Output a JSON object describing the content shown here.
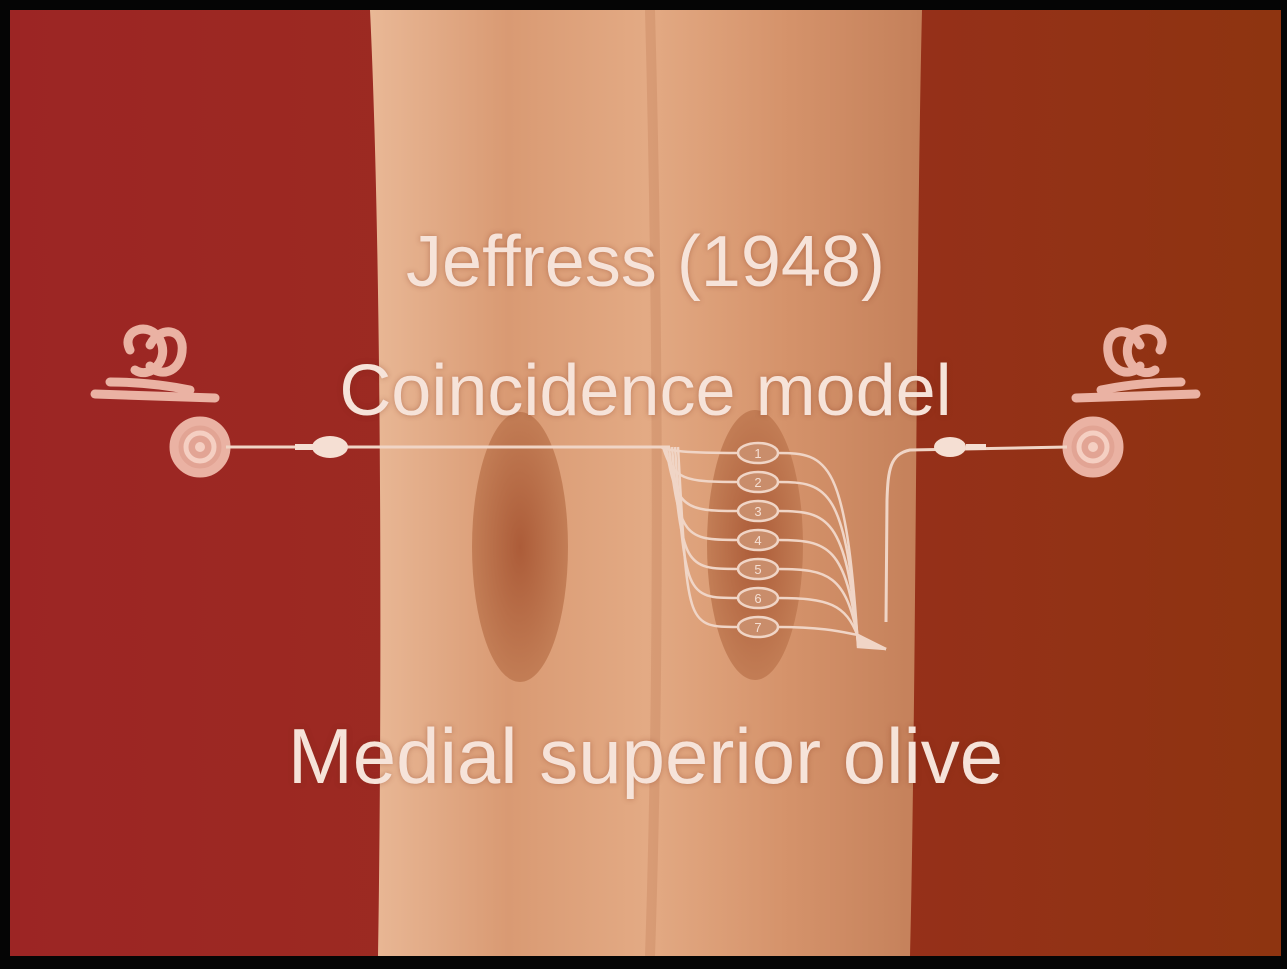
{
  "slide": {
    "title": "Jeffress (1948)",
    "subtitle": "Coincidence model",
    "label": "Medial superior olive"
  },
  "diagram": {
    "coincidence_neurons": 7,
    "neuron_numbers": [
      "1",
      "2",
      "3",
      "4",
      "5",
      "6",
      "7"
    ],
    "icons": [
      "left-ear-icon",
      "right-ear-icon"
    ]
  },
  "colors": {
    "background_red": "#9b2a22",
    "background_rust": "#8f3512",
    "brainstem": "#dba57f",
    "olive_nucleus": "#b46a44",
    "line": "#f0d5c6",
    "text": "#f6e3d9",
    "frame": "#050505"
  }
}
